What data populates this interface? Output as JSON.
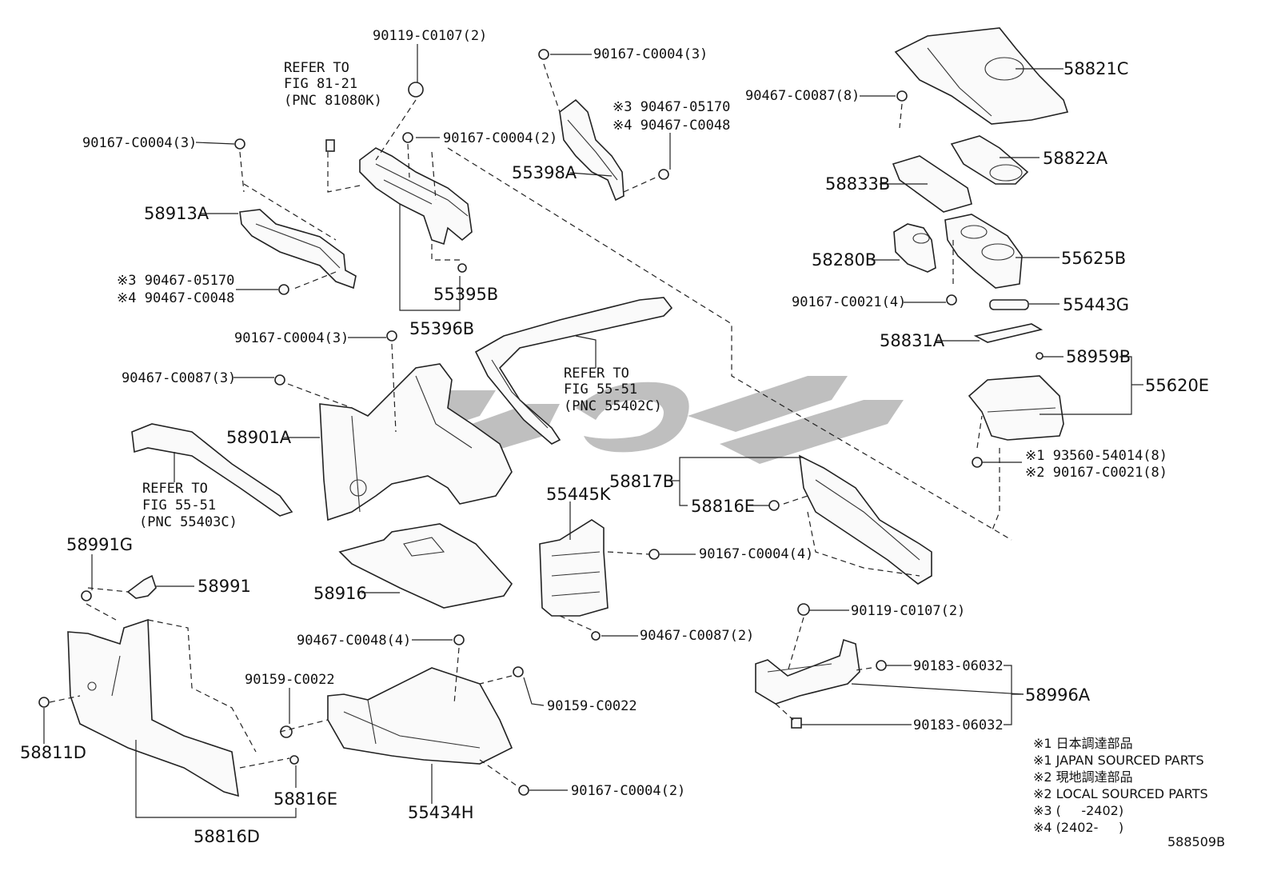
{
  "labels": {
    "p90119_c0107_top": "90119-C0107(2)",
    "refer_81_line1": "REFER TO",
    "refer_81_line2": "FIG 81-21",
    "refer_81_line3": "(PNC 81080K)",
    "p90167_c0004_3_a": "90167-C0004(3)",
    "p90167_c0004_3_b": "90167-C0004(3)",
    "p90167_c0004_2_a": "90167-C0004(2)",
    "p90167_c0004_3_c": "90167-C0004(3)",
    "p55398a": "55398A",
    "mark3_a": "※3 90467-05170",
    "mark4_a": "※4 90467-C0048",
    "p58913a": "58913A",
    "mark3_b": "※3 90467-05170",
    "mark4_b": "※4 90467-C0048",
    "p55395b": "55395B",
    "p55396b": "55396B",
    "p90467_c0087_3": "90467-C0087(3)",
    "refer_55_top_line1": "REFER TO",
    "refer_55_top_line2": "FIG 55-51",
    "refer_55_top_line3": "(PNC 55402C)",
    "p58901a": "58901A",
    "refer_55_left_line1": "REFER TO",
    "refer_55_left_line2": "FIG 55-51",
    "refer_55_left_line3": "(PNC 55403C)",
    "p58821c": "58821C",
    "p90467_c0087_8": "90467-C0087(8)",
    "p58822a": "58822A",
    "p58833b": "58833B",
    "p58280b": "58280B",
    "p55625b": "55625B",
    "p90167_c0021_4": "90167-C0021(4)",
    "p55443g": "55443G",
    "p58831a": "58831A",
    "p58959b": "58959B",
    "p55620e": "55620E",
    "mark1_c": "※1 93560-54014(8)",
    "mark2_c": "※2 90167-C0021(8)",
    "p58817b": "58817B",
    "p58816e_a": "58816E",
    "p55445k": "55445K",
    "p90167_c0004_4": "90167-C0004(4)",
    "p58991g": "58991G",
    "p58991": "58991",
    "p58916": "58916",
    "p90467_c0087_2": "90467-C0087(2)",
    "p90467_c0048_4": "90467-C0048(4)",
    "p90159_c0022_a": "90159-C0022",
    "p90159_c0022_b": "90159-C0022",
    "p58811d": "58811D",
    "p58816e_b": "58816E",
    "p58816d": "58816D",
    "p55434h": "55434H",
    "p90167_c0004_2_b": "90167-C0004(2)",
    "p90119_c0107_br": "90119-C0107(2)",
    "p90183_06032_a": "90183-06032",
    "p90183_06032_b": "90183-06032",
    "p58996a": "58996A"
  },
  "legend": {
    "line1": "※1 日本調達部品",
    "line2": "※1 JAPAN SOURCED PARTS",
    "line3": "※2 現地調達部品",
    "line4": "※2 LOCAL SOURCED PARTS",
    "line5": "※3 (     -2402)",
    "line6": "※4 (2402-     )"
  },
  "figure_id": "588509B",
  "colors": {
    "line": "#222222",
    "watermark": "#8a8a8a"
  }
}
